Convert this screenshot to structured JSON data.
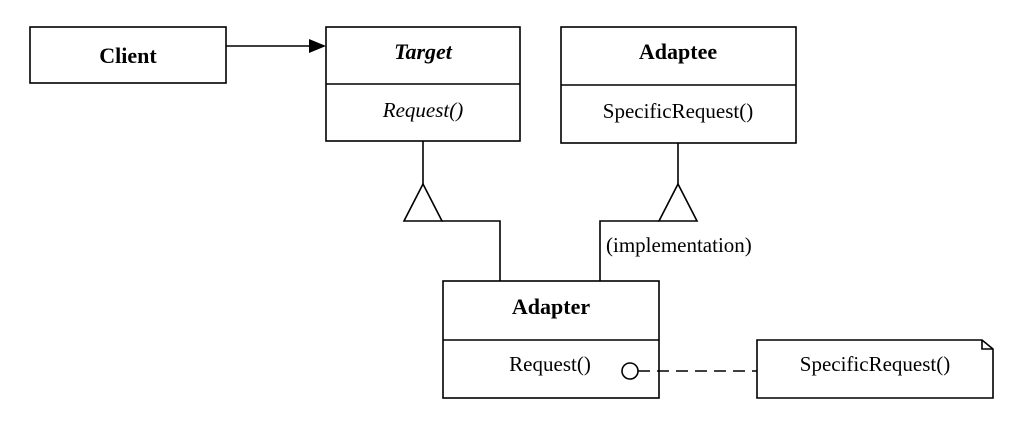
{
  "classes": {
    "client": {
      "name": "Client"
    },
    "target": {
      "name": "Target",
      "operation": "Request()"
    },
    "adaptee": {
      "name": "Adaptee",
      "operation": "SpecificRequest()"
    },
    "adapter": {
      "name": "Adapter",
      "operation": "Request()"
    }
  },
  "labels": {
    "implementation": "(implementation)"
  },
  "note": {
    "text": "SpecificRequest()"
  }
}
